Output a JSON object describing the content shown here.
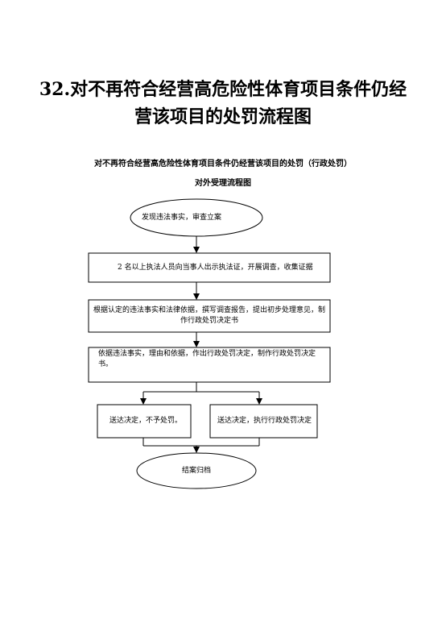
{
  "page_title_line1": "32.对不再符合经营高危险性体育项目条件仍经",
  "page_title_line2": "营该项目的处罚流程图",
  "diagram_title": "对不再符合经营高危险性体育项目条件仍经营该项目的处罚（行政处罚）",
  "diagram_subtitle": "对外受理流程图",
  "nodes": {
    "start": "发现违法事实，审查立案",
    "investigate": "2 名以上执法人员向当事人出示执法证，开展调查，收集证据",
    "opinion": "根据认定的违法事实和法律依据，撰写调查报告，提出初步处理意见，制作行政处罚决定书",
    "decision": "依据违法事实，理由和依据，作出行政处罚决定，制作行政处罚决定书。",
    "no_penalty": "送达决定，不予处罚。",
    "execute": "送达决定，执行行政处罚决定",
    "archive": "结案归档"
  }
}
